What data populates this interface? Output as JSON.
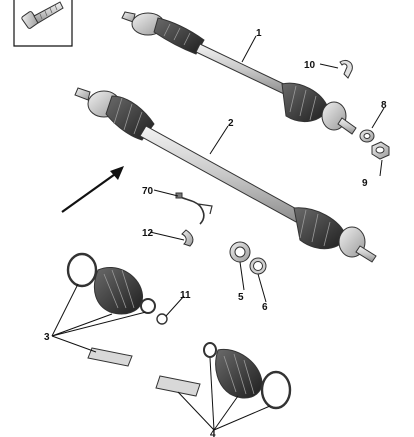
{
  "callouts": {
    "c1": "1",
    "c2": "2",
    "c3": "3",
    "c4": "4",
    "c5": "5",
    "c6": "6",
    "c8": "8",
    "c9": "9",
    "c10": "10",
    "c11": "11",
    "c12": "12",
    "c70": "70"
  },
  "colors": {
    "line": "#111111",
    "metal_light": "#e6e6e6",
    "metal_mid": "#b5b5b5",
    "boot_dark": "#2b2b2b",
    "boot_mid": "#5a5a5a"
  },
  "icons": [
    "bolt-icon",
    "drive-shaft",
    "cv-joint",
    "rubber-boot",
    "clamp-ring",
    "hub-nut",
    "washer",
    "sensor-wire",
    "grease-sachet"
  ]
}
